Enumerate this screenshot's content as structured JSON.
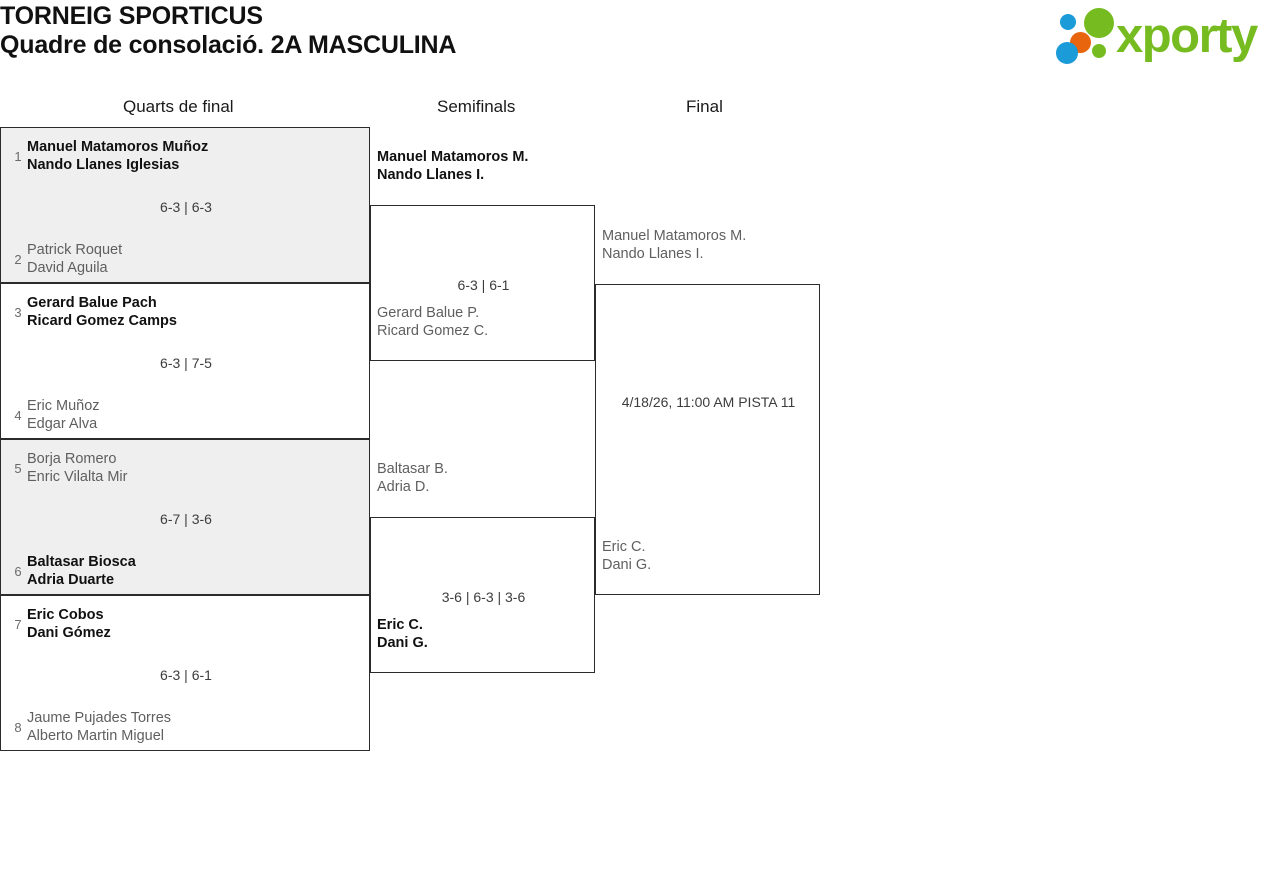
{
  "header": {
    "tournament_name": "TORNEIG SPORTICUS",
    "subtitle": "Quadre de consolació. 2A MASCULINA",
    "logo_text": "xporty",
    "logo_colors": {
      "green": "#76bc21",
      "blue": "#1b9bd8",
      "orange": "#e8650d"
    }
  },
  "columns": {
    "quarterfinals_label": "Quarts de final",
    "semifinals_label": "Semifinals",
    "final_label": "Final"
  },
  "quarterfinals": [
    {
      "top": {
        "seed": "1",
        "player1": "Manuel Matamoros Muñoz",
        "player2": "Nando Llanes Iglesias",
        "state": "winner"
      },
      "bottom": {
        "seed": "2",
        "player1": "Patrick Roquet",
        "player2": "David Aguila",
        "state": "loser"
      },
      "score": "6-3 | 6-3"
    },
    {
      "top": {
        "seed": "3",
        "player1": "Gerard Balue Pach",
        "player2": "Ricard Gomez Camps",
        "state": "winner"
      },
      "bottom": {
        "seed": "4",
        "player1": "Eric Muñoz",
        "player2": "Edgar Alva",
        "state": "loser"
      },
      "score": "6-3 | 7-5"
    },
    {
      "top": {
        "seed": "5",
        "player1": "Borja Romero",
        "player2": "Enric Vilalta Mir",
        "state": "loser"
      },
      "bottom": {
        "seed": "6",
        "player1": "Baltasar Biosca",
        "player2": "Adria Duarte",
        "state": "winner"
      },
      "score": "6-7 | 3-6"
    },
    {
      "top": {
        "seed": "7",
        "player1": "Eric Cobos",
        "player2": "Dani Gómez",
        "state": "winner"
      },
      "bottom": {
        "seed": "8",
        "player1": "Jaume Pujades Torres",
        "player2": "Alberto Martin Miguel",
        "state": "loser"
      },
      "score": "6-3 | 6-1"
    }
  ],
  "semifinals": [
    {
      "top": {
        "player1": "Manuel Matamoros M.",
        "player2": "Nando Llanes I.",
        "state": "winner"
      },
      "bottom": {
        "player1": "Gerard Balue P.",
        "player2": "Ricard Gomez C.",
        "state": "loser"
      },
      "score": "6-3 | 6-1"
    },
    {
      "top": {
        "player1": "Baltasar B.",
        "player2": "Adria D.",
        "state": "loser"
      },
      "bottom": {
        "player1": "Eric C.",
        "player2": "Dani G.",
        "state": "winner"
      },
      "score": "3-6 | 6-3 | 3-6"
    }
  ],
  "final": {
    "top": {
      "player1": "Manuel Matamoros M.",
      "player2": "Nando Llanes I.",
      "state": "neutral"
    },
    "bottom": {
      "player1": "Eric C.",
      "player2": "Dani G.",
      "state": "neutral"
    },
    "schedule": "4/18/26, 11:00 AM PISTA 11"
  }
}
